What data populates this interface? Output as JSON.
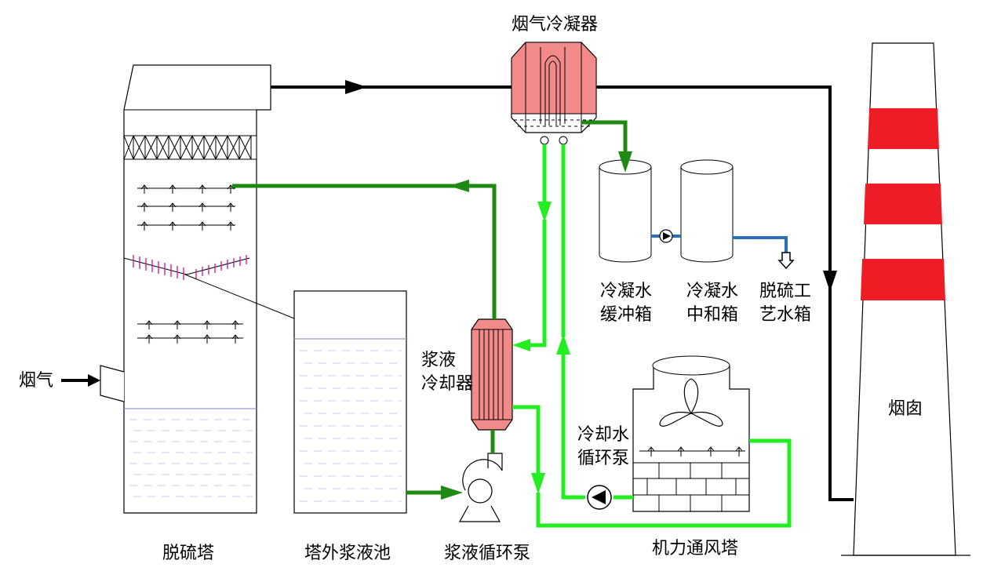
{
  "labels": {
    "flue_gas_condenser": "烟气冷凝器",
    "flue_gas_inlet": "烟气",
    "desulfurization_tower": "脱硫塔",
    "external_slurry_pool": "塔外浆液池",
    "slurry_circulation_pump": "浆液循环泵",
    "mechanical_draft_tower": "机力通风塔",
    "chimney": "烟囱",
    "slurry_cooler": [
      "浆液",
      "冷却器"
    ],
    "cooling_water_pump": [
      "冷却水",
      "循环泵"
    ],
    "condensate_buffer_tank": [
      "冷凝水",
      "缓冲箱"
    ],
    "condensate_neutralization_tank": [
      "冷凝水",
      "中和箱"
    ],
    "desulfurization_process_water_tank": [
      "脱硫工",
      "艺水箱"
    ]
  },
  "colors": {
    "dark_green_pipe": "#1f8a13",
    "bright_green_pipe": "#22ee22",
    "blue_pipe": "#2a70b8",
    "condenser_fill": "#f28a8a",
    "chimney_stripe": "#ee1c25",
    "liquid_line": "#9a9ad8",
    "spray_purple": "#c0189c"
  }
}
